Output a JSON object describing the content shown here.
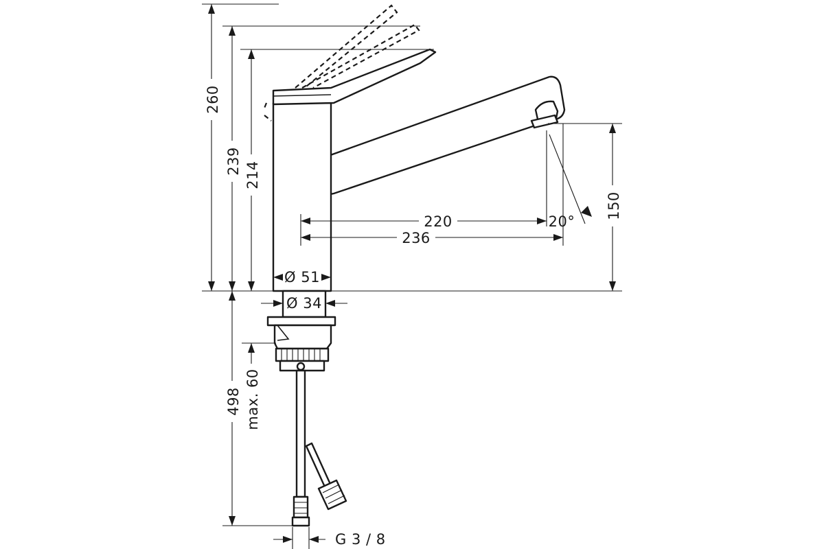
{
  "diagram": {
    "dimensions": {
      "overall_height": "260",
      "lever_height": "239",
      "body_height": "214",
      "spout_height": "150",
      "reach_220": "220",
      "reach_236": "236",
      "swivel_angle": "20°",
      "body_diameter": "Ø 51",
      "shank_diameter": "Ø 34",
      "below_deck_length": "498",
      "max_deck_thickness": "max. 60",
      "connection_thread": "G 3 / 8"
    }
  }
}
